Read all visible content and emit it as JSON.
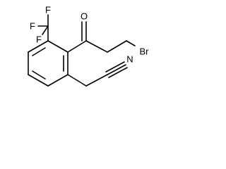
{
  "molecule": {
    "atoms": {
      "f_top": "F",
      "f_left": "F",
      "f_bottom": "F",
      "oxygen": "O",
      "bromine": "Br",
      "nitrile_n": "N"
    }
  }
}
